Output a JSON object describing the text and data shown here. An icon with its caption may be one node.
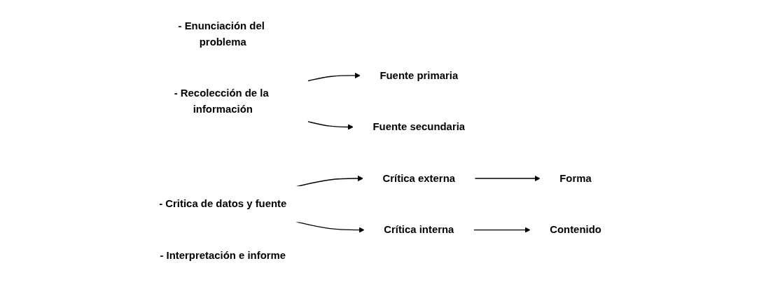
{
  "diagram": {
    "nodes": [
      {
        "text": [
          "- Enunciación del problema"
        ]
      },
      {
        "text": [
          "- Recolección de la información"
        ]
      },
      {
        "text": [
          "Fuente primaria"
        ]
      },
      {
        "text": [
          "Fuente secundaria"
        ]
      },
      {
        "text": [
          "- Critica de datos y fuente"
        ]
      },
      {
        "text": [
          "Crítica externa"
        ]
      },
      {
        "text": [
          "Forma"
        ]
      },
      {
        "text": [
          "Crítica interna"
        ]
      },
      {
        "text": [
          "Contenido"
        ]
      },
      {
        "text": [
          "- Interpretación e informe"
        ]
      }
    ],
    "edges": [
      {
        "from": 1,
        "to": 2,
        "arrow": "to"
      },
      {
        "from": 1,
        "to": 3,
        "arrow": "to"
      },
      {
        "from": 4,
        "to": 5,
        "arrow": "to"
      },
      {
        "from": 4,
        "to": 7,
        "arrow": "to"
      },
      {
        "from": 5,
        "to": 6,
        "arrow": "to"
      },
      {
        "from": 7,
        "to": 8,
        "arrow": "to"
      }
    ]
  }
}
